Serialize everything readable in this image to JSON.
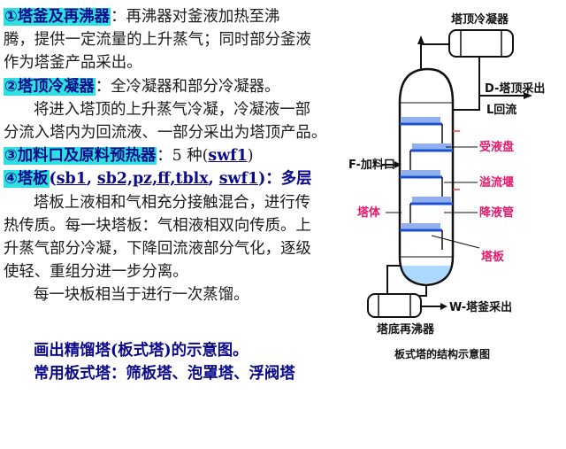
{
  "notes": {
    "item1": {
      "label": "①塔釜及再沸器",
      "text1": "：再沸器对釜液加热至沸",
      "text2": "腾，提供一定流量的上升蒸气；同时部分釜液",
      "text3": "作为塔釜产品采出。"
    },
    "item2": {
      "label": "②塔顶冷凝器",
      "text1": "：全冷凝器和部分冷凝器。",
      "text2": "将进入塔顶的上升蒸气冷凝，冷凝液一部",
      "text3": "分流入塔内为回流液、一部分采出为塔顶产品。"
    },
    "item3": {
      "label": "③加料口及原料预热器",
      "text_a": "：5 种(",
      "link": "swf1",
      "text_b": ")"
    },
    "item4": {
      "label": "④塔板",
      "text_open": "(",
      "link1": "sb1",
      "comma1": ", ",
      "link2": "sb2,pz,ff,tblx",
      "comma2": ", ",
      "link3": "swf1",
      "text_close": ")：多层"
    },
    "para": [
      "塔板上液相和气相充分接触混合，进行传",
      "热传质。每一块塔板：气相液相双向传质。上",
      "升蒸气部分冷凝，下降回流液部分气化，逐级",
      "使轻、重组分进一步分离。"
    ],
    "para2": "每一块板相当于进行一次蒸馏。",
    "footer1": "画出精馏塔(板式塔)的示意图。",
    "footer2": "常用板式塔：筛板塔、泡罩塔、浮阀塔"
  },
  "diagram": {
    "top_condenser": "塔顶冷凝器",
    "top_product": "D-塔顶采出",
    "reflux": "L回流",
    "feed": "F-加料口",
    "receiving_tray": "受液盘",
    "weir": "溢流堰",
    "downcomer": "降液管",
    "tower_body": "塔体",
    "tray": "塔板",
    "bottom_product": "W-塔釜采出",
    "reboiler": "塔底再沸器",
    "caption": "板式塔的结构示意图",
    "colors": {
      "label_pink": "#e8186c",
      "tray_blue": "#1a4fd0",
      "accent_red": "#e84040",
      "line": "#111111"
    }
  }
}
